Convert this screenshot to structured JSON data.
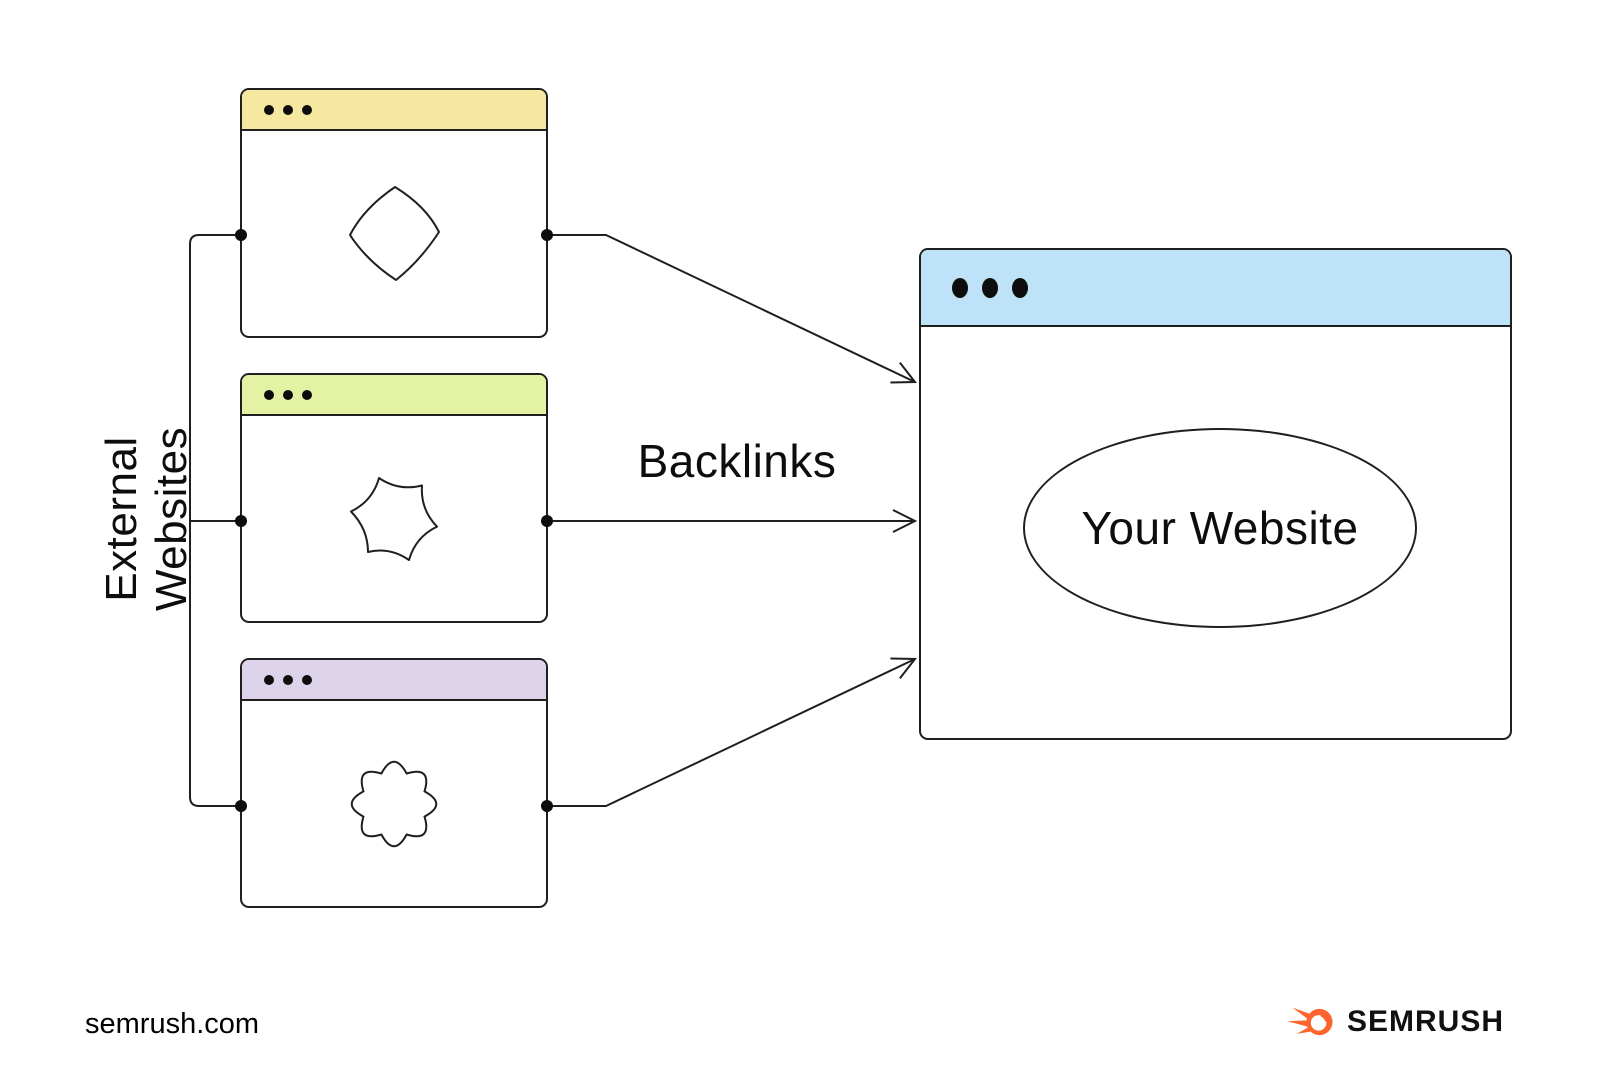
{
  "diagram": {
    "left_group_label": "External Websites",
    "flow_label": "Backlinks",
    "external_windows": [
      {
        "id": "external-website-1",
        "header_color": "#F6E7A1",
        "controls_icon": "window-dots-icon",
        "blob_icon": "diamond-blob-icon"
      },
      {
        "id": "external-website-2",
        "header_color": "#E3F2A3",
        "controls_icon": "window-dots-icon",
        "blob_icon": "star-blob-icon"
      },
      {
        "id": "external-website-3",
        "header_color": "#DDD3EB",
        "controls_icon": "window-dots-icon",
        "blob_icon": "flower-blob-icon"
      }
    ],
    "main_window": {
      "id": "your-website-window",
      "header_color": "#BEE3F8",
      "controls_icon": "window-dots-icon",
      "label": "Your Website"
    }
  },
  "footer": {
    "source": "semrush.com",
    "brand": "SEMRUSH",
    "brand_icon": "semrush-flame-icon"
  },
  "colors": {
    "outline": "#1f1f1f",
    "brand_orange": "#FF642D"
  }
}
